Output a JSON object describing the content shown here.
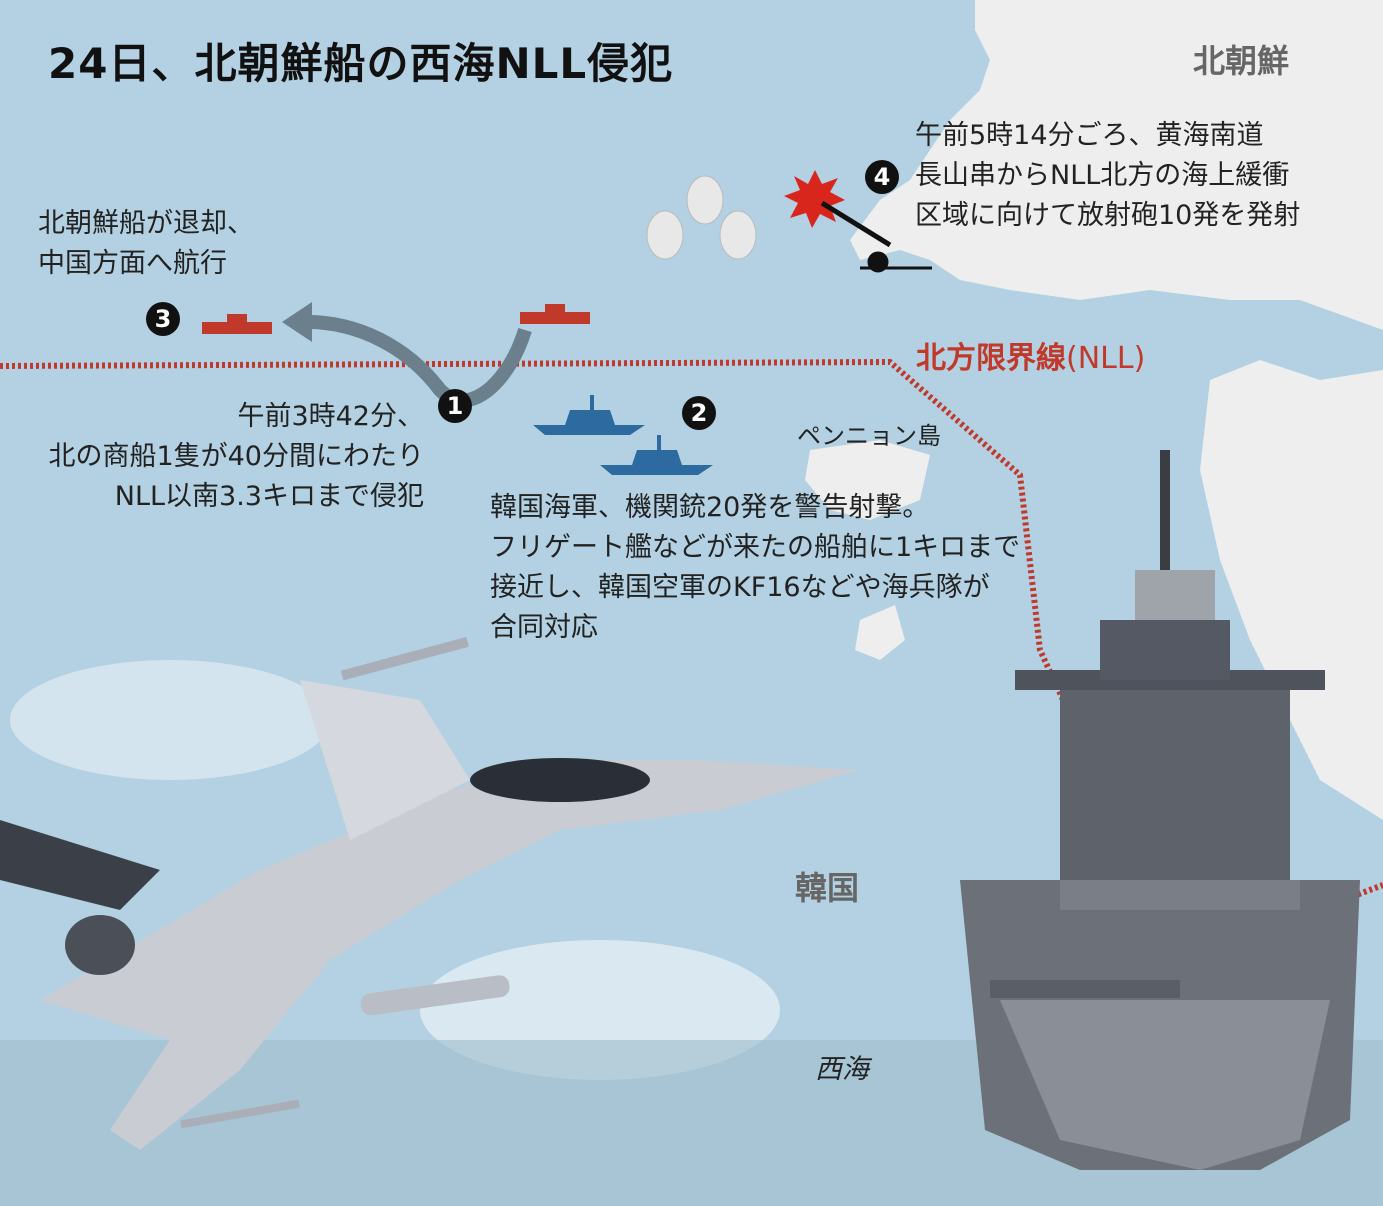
{
  "title": "24日、北朝鮮船の西海NLL侵犯",
  "regions": {
    "north_korea": "北朝鮮",
    "south_korea": "韓国",
    "west_sea": "西海",
    "island": "ペンニョン島"
  },
  "nll_label": {
    "main": "北方限界線",
    "abbr": "(NLL)"
  },
  "events": [
    {
      "number": "1",
      "lines": [
        "午前3時42分、",
        "北の商船1隻が40分間にわたり",
        "NLL以南3.3キロまで侵犯"
      ]
    },
    {
      "number": "2",
      "lines": [
        "韓国海軍、機関銃20発を警告射撃。",
        "フリゲート艦などが来たの船舶に1キロまで",
        "接近し、韓国空軍のKF16などや海兵隊が",
        "合同対応"
      ]
    },
    {
      "number": "3",
      "lines": [
        "北朝鮮船が退却、",
        "中国方面へ航行"
      ]
    },
    {
      "number": "4",
      "lines": [
        "午前5時14分ごろ、黄海南道",
        "長山串からNLL北方の海上緩衝",
        "区域に向けて放射砲10発を発射"
      ]
    }
  ],
  "colors": {
    "sea": "#b3d1e3",
    "land": "#eeeeee",
    "nll": "#c0392b",
    "nk_ship": "#c0392b",
    "sk_ship": "#2c6aa0"
  }
}
